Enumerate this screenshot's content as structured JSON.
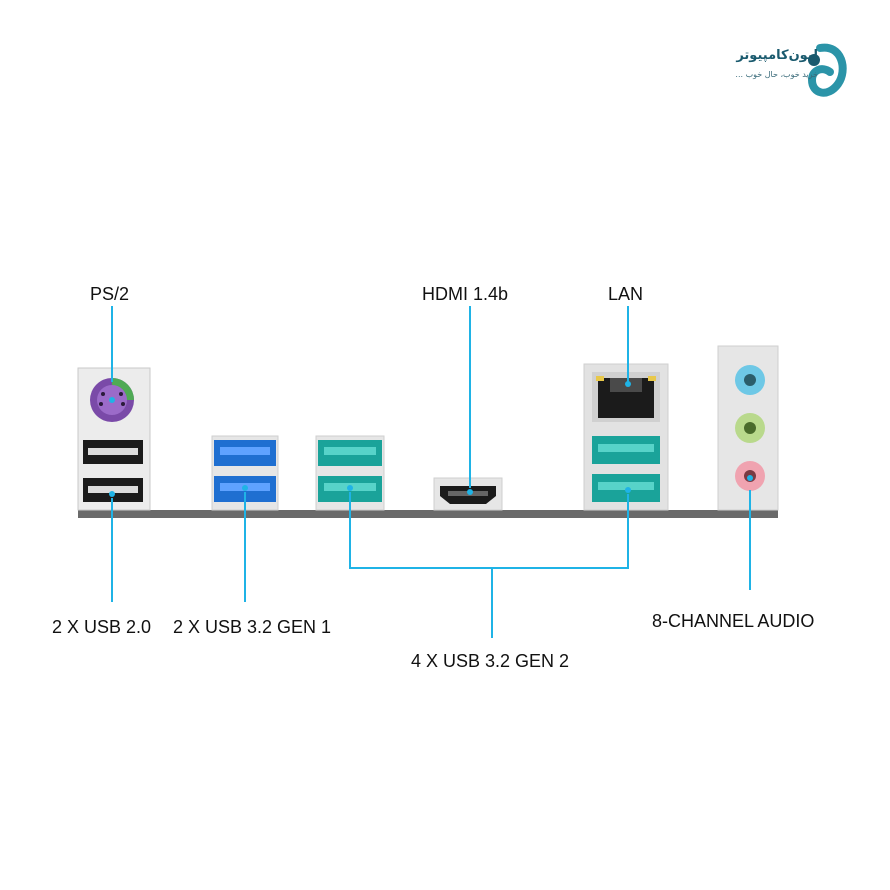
{
  "brand": {
    "name": "لیون‌کامپیوتر",
    "tagline": "خرید خوب، حال خوب ...",
    "colors": {
      "primary": "#2b94a8",
      "dark": "#1a5a6e"
    }
  },
  "labels": {
    "ps2": "PS/2",
    "hdmi": "HDMI 1.4b",
    "lan": "LAN",
    "usb20": "2 X USB 2.0",
    "usb32g1": "2 X USB 3.2 GEN 1",
    "usb32g2": "4 X USB 3.2 GEN 2",
    "audio": "8-CHANNEL AUDIO"
  },
  "colors": {
    "callout": "#1fb3e6",
    "usb_gen1": "#1f6fd1",
    "usb_gen2": "#1aa39a",
    "ps2": "#8a5fb8",
    "ps2_green": "#4faa55",
    "audio_blue": "#6ec8e6",
    "audio_green": "#b9d98c",
    "audio_pink": "#f0a3b0",
    "panel": "#e9e9e9",
    "board": "#6a6a6a"
  }
}
